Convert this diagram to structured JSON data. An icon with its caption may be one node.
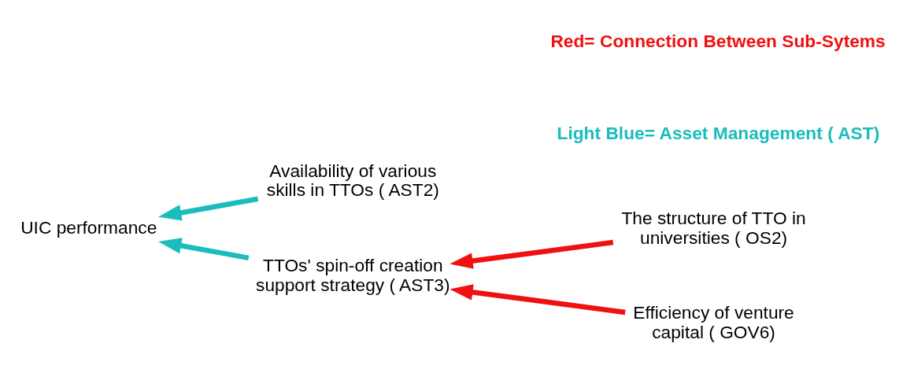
{
  "diagram": {
    "nodes": [
      {
        "text": [
          "UIC performance"
        ]
      },
      {
        "text": [
          "Availability of various skills in TTOs ( AST2)"
        ]
      },
      {
        "text": [
          "TTOs' spin-off creation support strategy ( AST3)"
        ]
      },
      {
        "text": [
          "The structure of TTO in universities ( OS2)"
        ]
      },
      {
        "text": [
          "Efficiency of venture capital ( GOV6)"
        ]
      }
    ],
    "edges": [
      {
        "from": 1,
        "to": 0,
        "arrow": "to",
        "color": "#1bbcbc"
      },
      {
        "from": 2,
        "to": 0,
        "arrow": "to",
        "color": "#1bbcbc"
      },
      {
        "from": 3,
        "to": 2,
        "arrow": "to",
        "color": "#f01010"
      },
      {
        "from": 4,
        "to": 2,
        "arrow": "to",
        "color": "#f01010"
      }
    ],
    "legend": [
      {
        "text": "Red= Connection Between Sub-Sytems",
        "color": "#f01010"
      },
      {
        "text": "Light Blue= Asset Management ( AST)",
        "color": "#1bbcbc"
      }
    ]
  }
}
